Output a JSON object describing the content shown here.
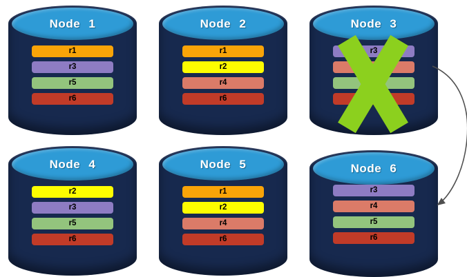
{
  "diagram": {
    "colors": {
      "cylinder_body": "#17294E",
      "cylinder_top": "#2E9BD6",
      "bar_text": "#000000",
      "failure_x": "#8CD01E",
      "arrow": "#4F4F4F"
    },
    "arrow": {
      "from": "Node 3",
      "to": "Node 6"
    },
    "nodes": [
      {
        "name": "Node 1",
        "failed": false,
        "replicas": [
          {
            "label": "r1",
            "color": "#F9A408"
          },
          {
            "label": "r3",
            "color": "#8E7CC3"
          },
          {
            "label": "r5",
            "color": "#93C47D"
          },
          {
            "label": "r6",
            "color": "#C13B28"
          }
        ]
      },
      {
        "name": "Node 2",
        "failed": false,
        "replicas": [
          {
            "label": "r1",
            "color": "#F9A408"
          },
          {
            "label": "r2",
            "color": "#FDFD00"
          },
          {
            "label": "r4",
            "color": "#DB7B68"
          },
          {
            "label": "r6",
            "color": "#C13B28"
          }
        ]
      },
      {
        "name": "Node 3",
        "failed": true,
        "replicas": [
          {
            "label": "r3",
            "color": "#8E7CC3"
          },
          {
            "label": "r4",
            "color": "#DB7B68"
          },
          {
            "label": "r5",
            "color": "#93C47D"
          },
          {
            "label": "r6",
            "color": "#C13B28"
          }
        ]
      },
      {
        "name": "Node 4",
        "failed": false,
        "replicas": [
          {
            "label": "r2",
            "color": "#FDFD00"
          },
          {
            "label": "r3",
            "color": "#8E7CC3"
          },
          {
            "label": "r5",
            "color": "#93C47D"
          },
          {
            "label": "r6",
            "color": "#C13B28"
          }
        ]
      },
      {
        "name": "Node 5",
        "failed": false,
        "replicas": [
          {
            "label": "r1",
            "color": "#F9A408"
          },
          {
            "label": "r2",
            "color": "#FDFD00"
          },
          {
            "label": "r4",
            "color": "#DB7B68"
          },
          {
            "label": "r6",
            "color": "#C13B28"
          }
        ]
      },
      {
        "name": "Node 6",
        "failed": false,
        "replicas": [
          {
            "label": "r3",
            "color": "#8E7CC3"
          },
          {
            "label": "r4",
            "color": "#DB7B68"
          },
          {
            "label": "r5",
            "color": "#93C47D"
          },
          {
            "label": "r6",
            "color": "#C13B28"
          }
        ]
      }
    ]
  }
}
